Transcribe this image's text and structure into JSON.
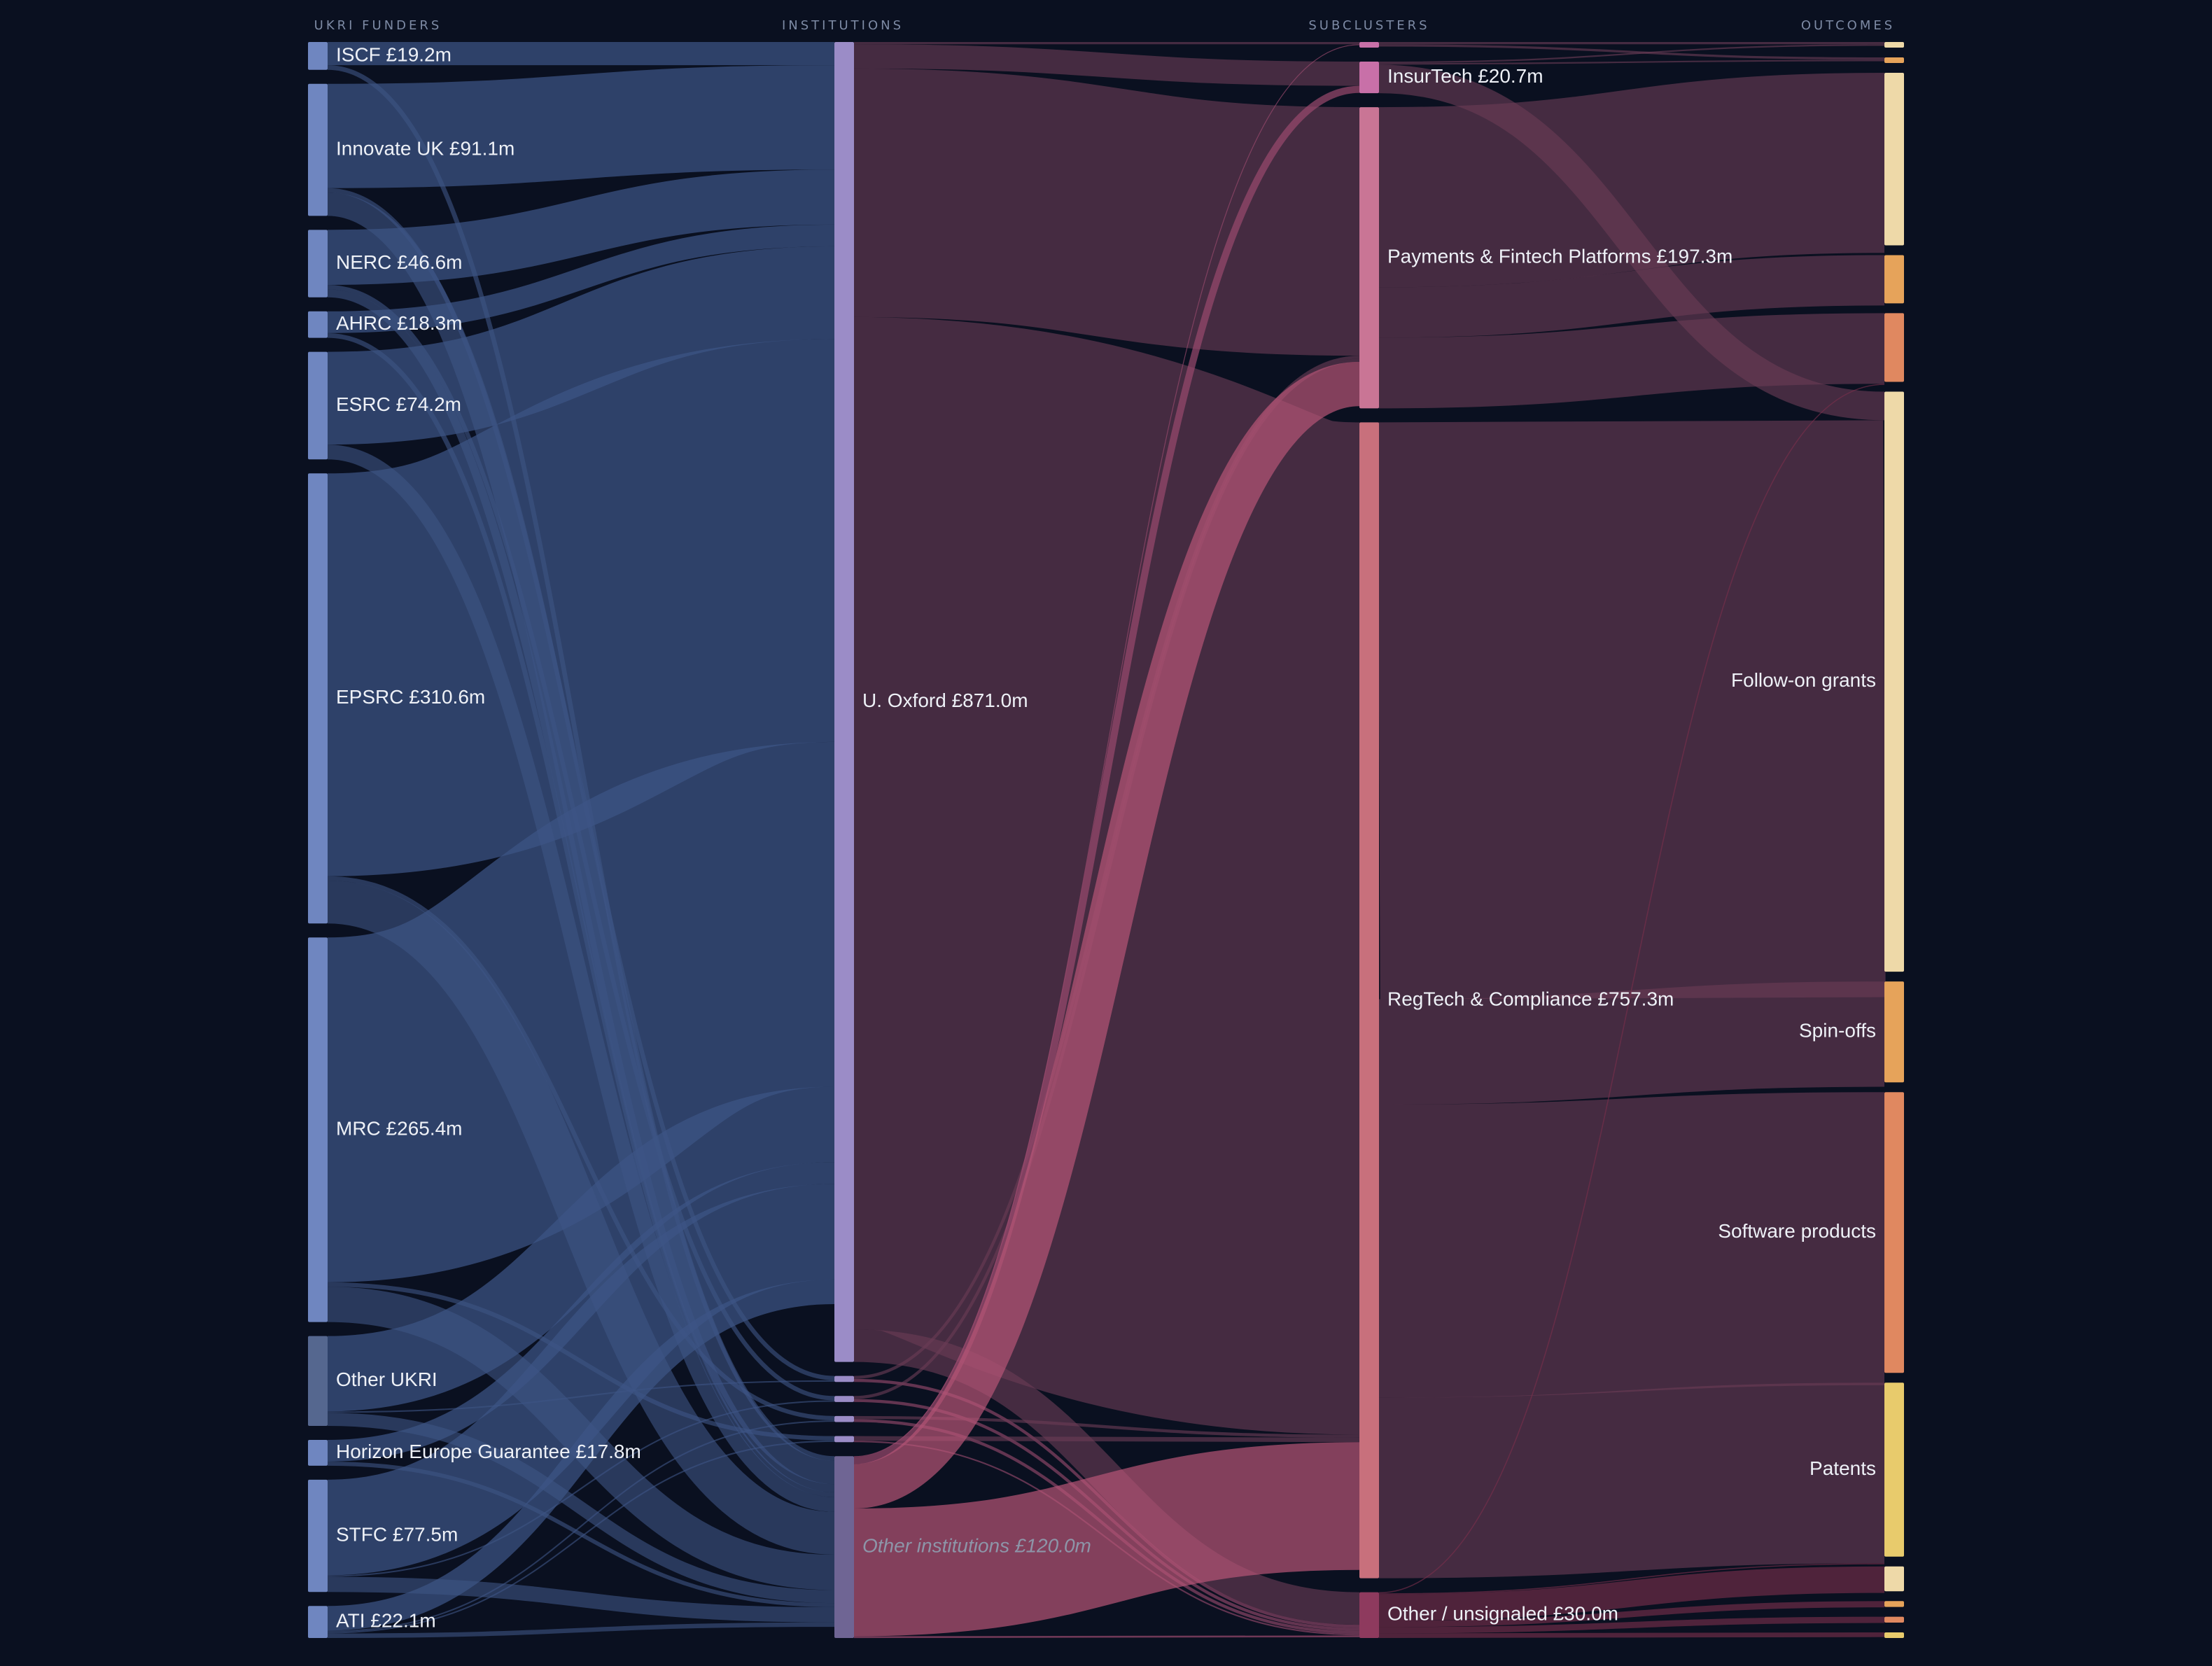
{
  "chart_data": {
    "type": "sankey",
    "title": "",
    "columns": [
      "UKRI FUNDERS",
      "INSTITUTIONS",
      "SUBCLUSTERS",
      "OUTCOMES"
    ],
    "colors": {
      "background": "#0a1020",
      "funder": "#6f86c0",
      "funder_other": "#55678f",
      "institution": "#9b8cc7",
      "institution_other": "#6f6594",
      "sub_insurtech": "#c870a8",
      "sub_payments": "#c97595",
      "sub_regtech": "#c8707c",
      "sub_other": "#8e3a5e",
      "out_followon": "#eed9a8",
      "out_spinoffs": "#e6a35a",
      "out_software": "#e08860",
      "out_patents": "#e8cb6c",
      "link_funder": "#3d5585",
      "link_institution": "#6a3c56"
    },
    "nodes": [
      {
        "id": "iscf",
        "col": 0,
        "label": "ISCF £19.2m",
        "value": 19.2
      },
      {
        "id": "innovate",
        "col": 0,
        "label": "Innovate UK £91.1m",
        "value": 91.1
      },
      {
        "id": "nerc",
        "col": 0,
        "label": "NERC £46.6m",
        "value": 46.6
      },
      {
        "id": "ahrc",
        "col": 0,
        "label": "AHRC £18.3m",
        "value": 18.3
      },
      {
        "id": "esrc",
        "col": 0,
        "label": "ESRC £74.2m",
        "value": 74.2
      },
      {
        "id": "epsrc",
        "col": 0,
        "label": "EPSRC £310.6m",
        "value": 310.6
      },
      {
        "id": "mrc",
        "col": 0,
        "label": "MRC £265.4m",
        "value": 265.4
      },
      {
        "id": "other_ukri",
        "col": 0,
        "label": "Other UKRI",
        "value": 62
      },
      {
        "id": "horizon",
        "col": 0,
        "label": "Horizon Europe Guarantee £17.8m",
        "value": 17.8
      },
      {
        "id": "stfc",
        "col": 0,
        "label": "STFC £77.5m",
        "value": 77.5
      },
      {
        "id": "ati",
        "col": 0,
        "label": "ATI £22.1m",
        "value": 22.1
      },
      {
        "id": "oxford",
        "col": 1,
        "label": "U. Oxford £871.0m",
        "value": 871.0
      },
      {
        "id": "i_a",
        "col": 1,
        "label": "",
        "value": 4
      },
      {
        "id": "i_b",
        "col": 1,
        "label": "",
        "value": 4
      },
      {
        "id": "i_c",
        "col": 1,
        "label": "",
        "value": 4
      },
      {
        "id": "i_d",
        "col": 1,
        "label": "",
        "value": 4
      },
      {
        "id": "other_inst",
        "col": 1,
        "label": "Other institutions £120.0m",
        "value": 120.0
      },
      {
        "id": "s_tiny",
        "col": 2,
        "label": "",
        "value": 2
      },
      {
        "id": "insurtech",
        "col": 2,
        "label": "InsurTech £20.7m",
        "value": 20.7
      },
      {
        "id": "payments",
        "col": 2,
        "label": "Payments & Fintech Platforms £197.3m",
        "value": 197.3
      },
      {
        "id": "regtech",
        "col": 2,
        "label": "RegTech & Compliance £757.3m",
        "value": 757.3
      },
      {
        "id": "other_sub",
        "col": 2,
        "label": "Other / unsignaled £30.0m",
        "value": 30.0
      },
      {
        "id": "o_ins_f",
        "col": 3,
        "label": "",
        "value": 2
      },
      {
        "id": "o_ins_s",
        "col": 3,
        "label": "",
        "value": 2
      },
      {
        "id": "o_pay_f",
        "col": 3,
        "label": "",
        "value": 118
      },
      {
        "id": "o_pay_s",
        "col": 3,
        "label": "",
        "value": 33
      },
      {
        "id": "o_pay_w",
        "col": 3,
        "label": "",
        "value": 47
      },
      {
        "id": "followon",
        "col": 3,
        "label": "Follow-on grants",
        "value": 378
      },
      {
        "id": "spinoffs",
        "col": 3,
        "label": "Spin-offs",
        "value": 69
      },
      {
        "id": "software",
        "col": 3,
        "label": "Software products",
        "value": 192
      },
      {
        "id": "patents",
        "col": 3,
        "label": "Patents",
        "value": 119
      },
      {
        "id": "o_oth_f",
        "col": 3,
        "label": "",
        "value": 17
      },
      {
        "id": "o_oth_s",
        "col": 3,
        "label": "",
        "value": 4
      },
      {
        "id": "o_oth_w",
        "col": 3,
        "label": "",
        "value": 4
      },
      {
        "id": "o_oth_p",
        "col": 3,
        "label": "",
        "value": 3
      }
    ],
    "links": [
      {
        "source": "iscf",
        "target": "oxford",
        "value": 16
      },
      {
        "source": "iscf",
        "target": "other_inst",
        "value": 3.2
      },
      {
        "source": "innovate",
        "target": "oxford",
        "value": 72
      },
      {
        "source": "innovate",
        "target": "i_a",
        "value": 3
      },
      {
        "source": "innovate",
        "target": "other_inst",
        "value": 16.1
      },
      {
        "source": "nerc",
        "target": "oxford",
        "value": 38
      },
      {
        "source": "nerc",
        "target": "i_b",
        "value": 3
      },
      {
        "source": "nerc",
        "target": "other_inst",
        "value": 5.6
      },
      {
        "source": "ahrc",
        "target": "oxford",
        "value": 15
      },
      {
        "source": "ahrc",
        "target": "other_inst",
        "value": 3.3
      },
      {
        "source": "esrc",
        "target": "oxford",
        "value": 64
      },
      {
        "source": "esrc",
        "target": "other_inst",
        "value": 10.2
      },
      {
        "source": "epsrc",
        "target": "oxford",
        "value": 278
      },
      {
        "source": "epsrc",
        "target": "i_c",
        "value": 3
      },
      {
        "source": "epsrc",
        "target": "other_inst",
        "value": 29.6
      },
      {
        "source": "mrc",
        "target": "oxford",
        "value": 238
      },
      {
        "source": "mrc",
        "target": "i_d",
        "value": 3
      },
      {
        "source": "mrc",
        "target": "other_inst",
        "value": 24.4
      },
      {
        "source": "other_ukri",
        "target": "oxford",
        "value": 52
      },
      {
        "source": "other_ukri",
        "target": "i_a",
        "value": 1
      },
      {
        "source": "other_ukri",
        "target": "other_inst",
        "value": 9
      },
      {
        "source": "horizon",
        "target": "oxford",
        "value": 15
      },
      {
        "source": "horizon",
        "target": "other_inst",
        "value": 2.8
      },
      {
        "source": "stfc",
        "target": "oxford",
        "value": 66
      },
      {
        "source": "stfc",
        "target": "i_b",
        "value": 1
      },
      {
        "source": "stfc",
        "target": "other_inst",
        "value": 10.5
      },
      {
        "source": "ati",
        "target": "oxford",
        "value": 17
      },
      {
        "source": "ati",
        "target": "i_c",
        "value": 1
      },
      {
        "source": "ati",
        "target": "i_d",
        "value": 1
      },
      {
        "source": "ati",
        "target": "other_inst",
        "value": 3.1
      },
      {
        "source": "oxford",
        "target": "s_tiny",
        "value": 1.5
      },
      {
        "source": "oxford",
        "target": "insurtech",
        "value": 16
      },
      {
        "source": "oxford",
        "target": "payments",
        "value": 164
      },
      {
        "source": "oxford",
        "target": "regtech",
        "value": 668
      },
      {
        "source": "oxford",
        "target": "other_sub",
        "value": 21.5
      },
      {
        "source": "i_a",
        "target": "payments",
        "value": 2
      },
      {
        "source": "i_a",
        "target": "other_sub",
        "value": 2
      },
      {
        "source": "i_b",
        "target": "payments",
        "value": 2
      },
      {
        "source": "i_b",
        "target": "other_sub",
        "value": 2
      },
      {
        "source": "i_c",
        "target": "regtech",
        "value": 2
      },
      {
        "source": "i_c",
        "target": "other_sub",
        "value": 2
      },
      {
        "source": "i_d",
        "target": "regtech",
        "value": 3
      },
      {
        "source": "i_d",
        "target": "other_sub",
        "value": 1
      },
      {
        "source": "other_inst",
        "target": "s_tiny",
        "value": 0.5
      },
      {
        "source": "other_inst",
        "target": "insurtech",
        "value": 4.7
      },
      {
        "source": "other_inst",
        "target": "payments",
        "value": 29.3
      },
      {
        "source": "other_inst",
        "target": "regtech",
        "value": 84.3
      },
      {
        "source": "other_inst",
        "target": "other_sub",
        "value": 1.2
      },
      {
        "source": "s_tiny",
        "target": "o_ins_f",
        "value": 1
      },
      {
        "source": "s_tiny",
        "target": "o_ins_s",
        "value": 1
      },
      {
        "source": "insurtech",
        "target": "o_ins_f",
        "value": 1
      },
      {
        "source": "insurtech",
        "target": "o_ins_s",
        "value": 1
      },
      {
        "source": "insurtech",
        "target": "followon",
        "value": 18.7
      },
      {
        "source": "payments",
        "target": "o_pay_f",
        "value": 118
      },
      {
        "source": "payments",
        "target": "o_pay_s",
        "value": 33
      },
      {
        "source": "payments",
        "target": "o_pay_w",
        "value": 46.3
      },
      {
        "source": "regtech",
        "target": "followon",
        "value": 378
      },
      {
        "source": "regtech",
        "target": "spinoffs",
        "value": 69
      },
      {
        "source": "regtech",
        "target": "software",
        "value": 192
      },
      {
        "source": "regtech",
        "target": "patents",
        "value": 118.3
      },
      {
        "source": "other_sub",
        "target": "o_oth_f",
        "value": 17
      },
      {
        "source": "other_sub",
        "target": "o_oth_s",
        "value": 4
      },
      {
        "source": "other_sub",
        "target": "o_oth_w",
        "value": 4
      },
      {
        "source": "other_sub",
        "target": "o_oth_p",
        "value": 3
      },
      {
        "source": "other_sub",
        "target": "patents",
        "value": 0.7
      },
      {
        "source": "other_sub",
        "target": "o_pay_w",
        "value": 0.7
      }
    ]
  }
}
